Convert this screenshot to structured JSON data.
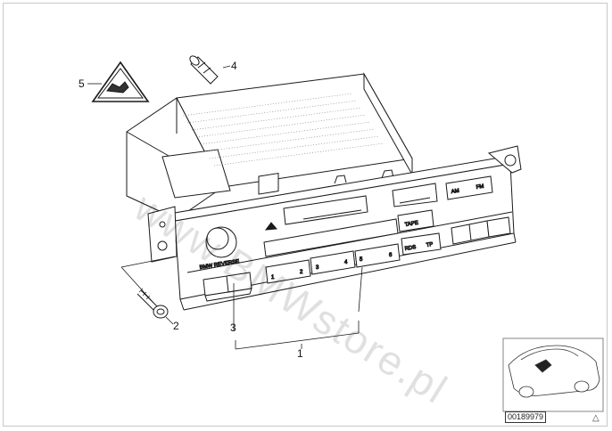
{
  "labels": {
    "part1": "1",
    "part2": "2",
    "part3": "3",
    "part4": "4",
    "part5": "5"
  },
  "unit_text": {
    "reverse": "BMW REVERSE",
    "tape": "TAPE",
    "am": "AM",
    "fm": "FM",
    "rds": "RDS",
    "tp": "TP",
    "key1": "1",
    "key2": "2",
    "key3": "3",
    "key4": "4",
    "key5": "5",
    "key6": "6"
  },
  "watermark": "www.BMWstore.pl",
  "doc_number": "00189979",
  "colors": {
    "line": "#1a1a1a",
    "hatch": "#555555",
    "frame": "#c8c8c8"
  }
}
